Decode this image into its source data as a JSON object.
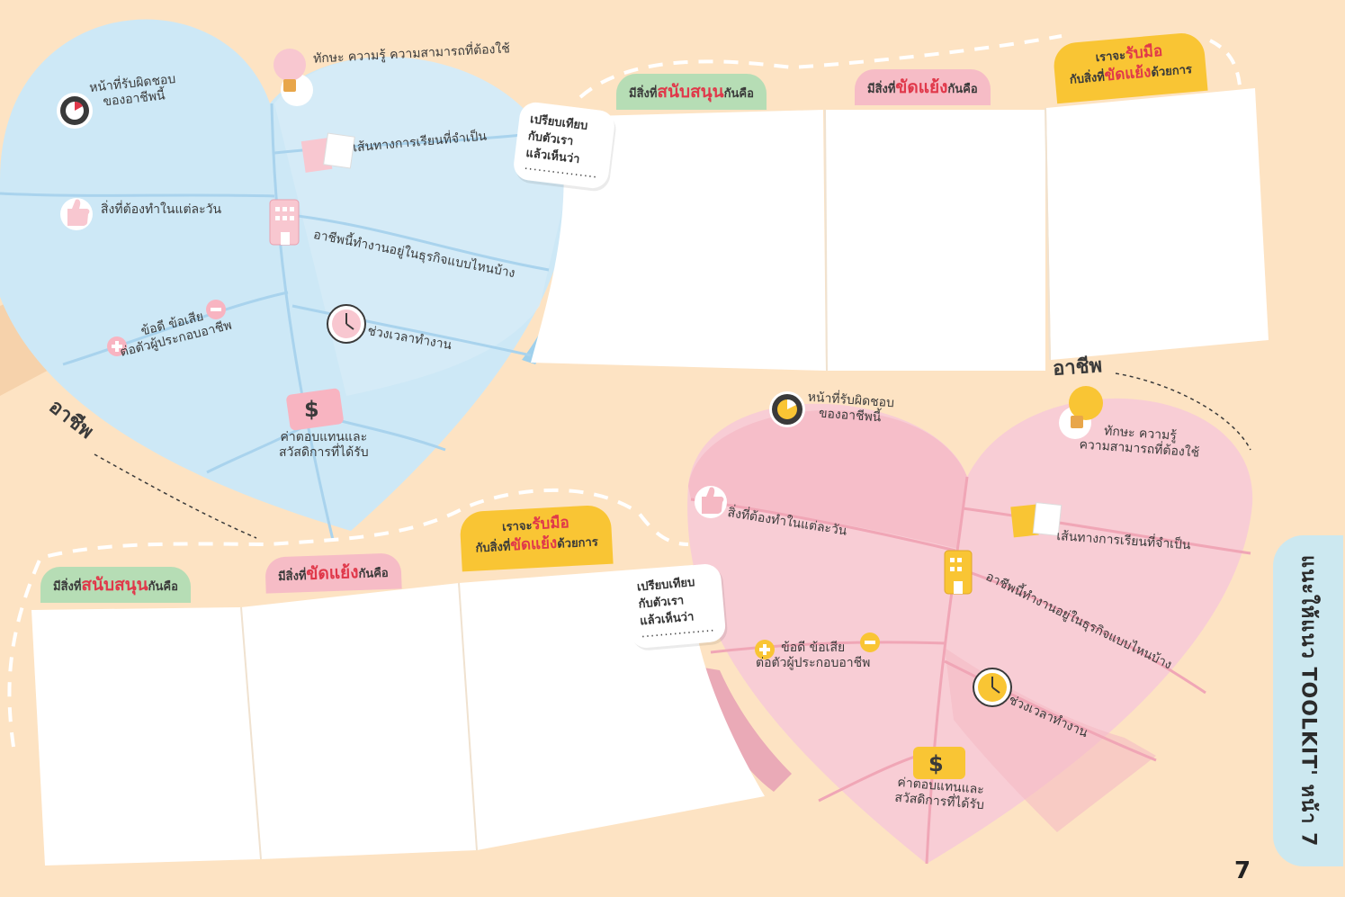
{
  "colors": {
    "background": "#fde3c3",
    "blue_heart": "#cde8f6",
    "pink_heart": "#f8cdd5",
    "tab_green": "#b6ddb5",
    "tab_pink": "#f6bcc6",
    "tab_yellow": "#f9c534",
    "accent_red": "#e0384a"
  },
  "blue_heart": {
    "labels": {
      "responsibility": "หน้าที่รับผิดชอบ\nของอาชีพนี้",
      "skills": "ทักษะ ความรู้ ความสามารถที่ต้องใช้",
      "learning_path": "เส้นทางการเรียนที่จำเป็น",
      "daily_tasks": "สิ่งที่ต้องทำในแต่ละวัน",
      "business": "อาชีพนี้ทำงานอยู่ในธุรกิจแบบไหนบ้าง",
      "pros_cons": "ข้อดี ข้อเสีย\nต่อตัวผู้ประกอบอาชีพ",
      "working_hours": "ช่วงเวลาทำงาน",
      "compensation": "ค่าตอบแทนและ\nสวัสดิการที่ได้รับ"
    },
    "icons": [
      "target-icon",
      "lightbulb-icon",
      "book-icon",
      "thumbs-up-icon",
      "building-icon",
      "plus-icon",
      "minus-icon",
      "clock-icon",
      "money-icon"
    ]
  },
  "pink_heart": {
    "labels": {
      "responsibility": "หน้าที่รับผิดชอบ\nของอาชีพนี้",
      "skills": "ทักษะ ความรู้\nความสามารถที่ต้องใช้",
      "learning_path": "เส้นทางการเรียนที่จำเป็น",
      "daily_tasks": "สิ่งที่ต้องทำในแต่ละวัน",
      "business": "อาชีพนี้ทำงานอยู่ในธุรกิจแบบไหนบ้าง",
      "pros_cons": "ข้อดี ข้อเสีย\nต่อตัวผู้ประกอบอาชีพ",
      "working_hours": "ช่วงเวลาทำงาน",
      "compensation": "ค่าตอบแทนและ\nสวัสดิการที่ได้รับ"
    }
  },
  "top_row": {
    "support_pre": "มีสิ่งที่",
    "support_hl": "สนับสนุน",
    "support_post": "กันคือ",
    "conflict_pre": "มีสิ่งที่",
    "conflict_hl": "ขัดแย้ง",
    "conflict_post": "กันคือ",
    "cope_line1_pre": "เราจะ",
    "cope_line1_hl": "รับมือ",
    "cope_line2_pre": "กับสิ่งที่",
    "cope_line2_hl": "ขัดแย้ง",
    "cope_line2_post": "ด้วยการ"
  },
  "bottom_row": {
    "support_pre": "มีสิ่งที่",
    "support_hl": "สนับสนุน",
    "support_post": "กันคือ",
    "conflict_pre": "มีสิ่งที่",
    "conflict_hl": "ขัดแย้ง",
    "conflict_post": "กันคือ",
    "cope_line1_pre": "เราจะ",
    "cope_line1_hl": "รับมือ",
    "cope_line2_pre": "กับสิ่งที่",
    "cope_line2_hl": "ขัดแย้ง",
    "cope_line2_post": "ด้วยการ"
  },
  "compare_bubble": {
    "text": "เปรียบเทียบ\nกับตัวเรา\nแล้วเห็นว่า",
    "dots": "................"
  },
  "career_label": "อาชีพ",
  "sidebar_tab": "แนะให้แนว TOOLKIT' หน้า 7",
  "page_number": "7"
}
